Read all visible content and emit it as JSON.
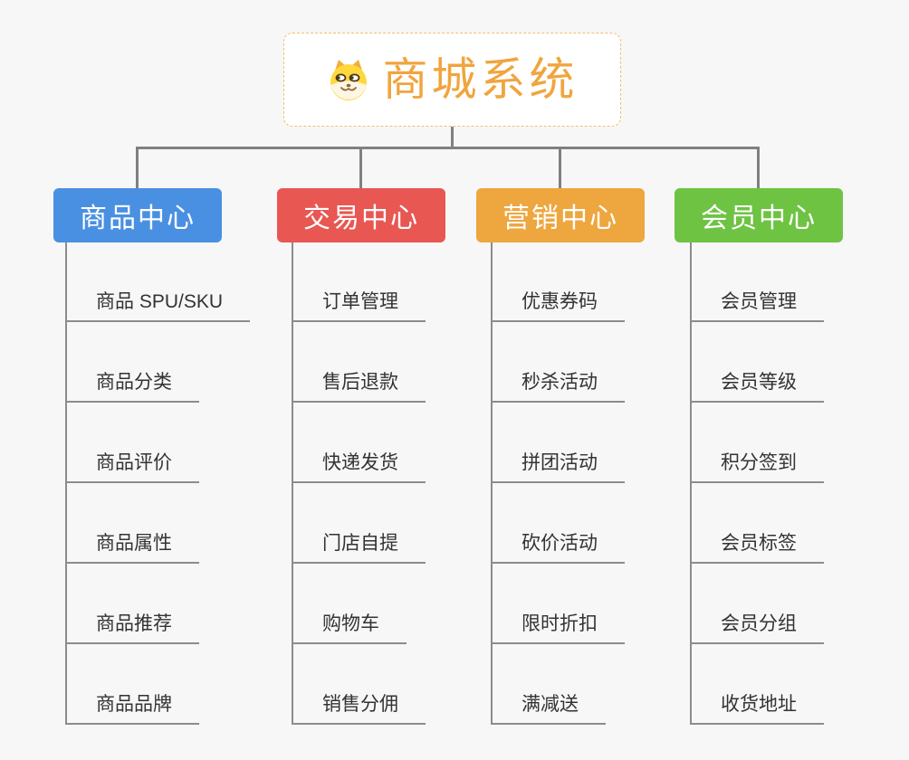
{
  "canvas": {
    "background": "#F7F7F7",
    "connector_color": "#808080",
    "underline_color": "#8C8C8C",
    "item_text_color": "#333333"
  },
  "root": {
    "title": "商城系统",
    "icon": "dog-face-icon",
    "text_color": "#F0A53E",
    "border_color": "#F2BE6E",
    "background": "#FFFFFF"
  },
  "branches": [
    {
      "label": "商品中心",
      "color": "#4A90E2",
      "text_color": "#FFFFFF",
      "items": [
        "商品 SPU/SKU",
        "商品分类",
        "商品评价",
        "商品属性",
        "商品推荐",
        "商品品牌"
      ]
    },
    {
      "label": "交易中心",
      "color": "#E85752",
      "text_color": "#FFFFFF",
      "items": [
        "订单管理",
        "售后退款",
        "快递发货",
        "门店自提",
        "购物车",
        "销售分佣"
      ]
    },
    {
      "label": "营销中心",
      "color": "#EEA63F",
      "text_color": "#FFFFFF",
      "items": [
        "优惠券码",
        "秒杀活动",
        "拼团活动",
        "砍价活动",
        "限时折扣",
        "满减送"
      ]
    },
    {
      "label": "会员中心",
      "color": "#6EC343",
      "text_color": "#FFFFFF",
      "items": [
        "会员管理",
        "会员等级",
        "积分签到",
        "会员标签",
        "会员分组",
        "收货地址"
      ]
    }
  ]
}
